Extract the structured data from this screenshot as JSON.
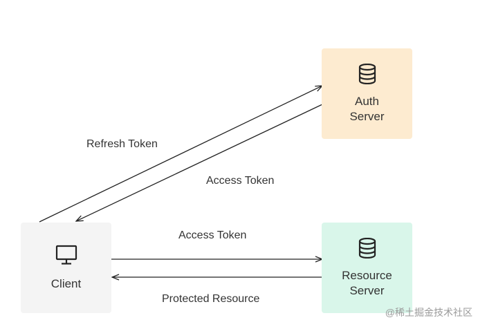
{
  "nodes": {
    "auth_server": {
      "line1": "Auth",
      "line2": "Server",
      "icon": "database-icon",
      "color": "#fdebd0"
    },
    "resource_server": {
      "line1": "Resource",
      "line2": "Server",
      "icon": "database-icon",
      "color": "#d9f6ea"
    },
    "client": {
      "label": "Client",
      "icon": "monitor-icon",
      "color": "#f4f4f4"
    }
  },
  "edges": {
    "client_to_auth": "Refresh Token",
    "auth_to_client": "Access Token",
    "client_to_resource": "Access Token",
    "resource_to_client": "Protected Resource"
  },
  "watermark": "@稀土掘金技术社区"
}
